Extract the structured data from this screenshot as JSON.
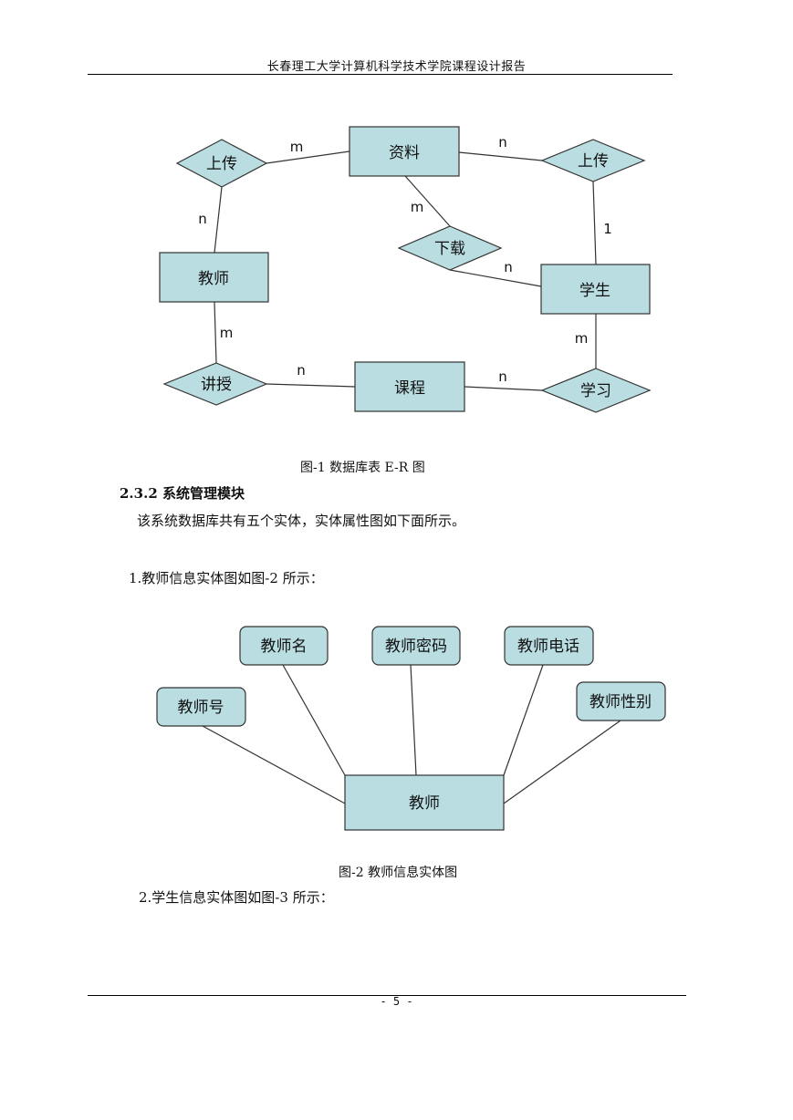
{
  "header": {
    "title": "长春理工大学计算机科学技术学院课程设计报告"
  },
  "figure1": {
    "entities": {
      "ziliao": "资料",
      "jiaoshi": "教师",
      "xuesheng": "学生",
      "kecheng": "课程"
    },
    "relations": {
      "upload_left": "上传",
      "upload_right": "上传",
      "download": "下载",
      "teach": "讲授",
      "study": "学习"
    },
    "cardinalities": {
      "c1": "m",
      "c2": "n",
      "c3": "n",
      "c4": "1",
      "c5": "m",
      "c6": "n",
      "c7": "m",
      "c8": "m",
      "c9": "n",
      "c10": "n"
    },
    "caption": "图-1  数据库表 E-R 图"
  },
  "section": {
    "heading": "2.3.2 系统管理模块",
    "intro": "该系统数据库共有五个实体，实体属性图如下面所示。",
    "item1": "1.教师信息实体图如图-2 所示："
  },
  "figure2": {
    "entity": "教师",
    "attributes": {
      "a1": "教师号",
      "a2": "教师名",
      "a3": "教师密码",
      "a4": "教师电话",
      "a5": "教师性别"
    },
    "caption": "图-2  教师信息实体图"
  },
  "item2": "2.学生信息实体图如图-3 所示：",
  "footer": {
    "page": "- 5 -"
  },
  "colors": {
    "box_fill": "#b9dde1",
    "box_stroke": "#333333"
  }
}
